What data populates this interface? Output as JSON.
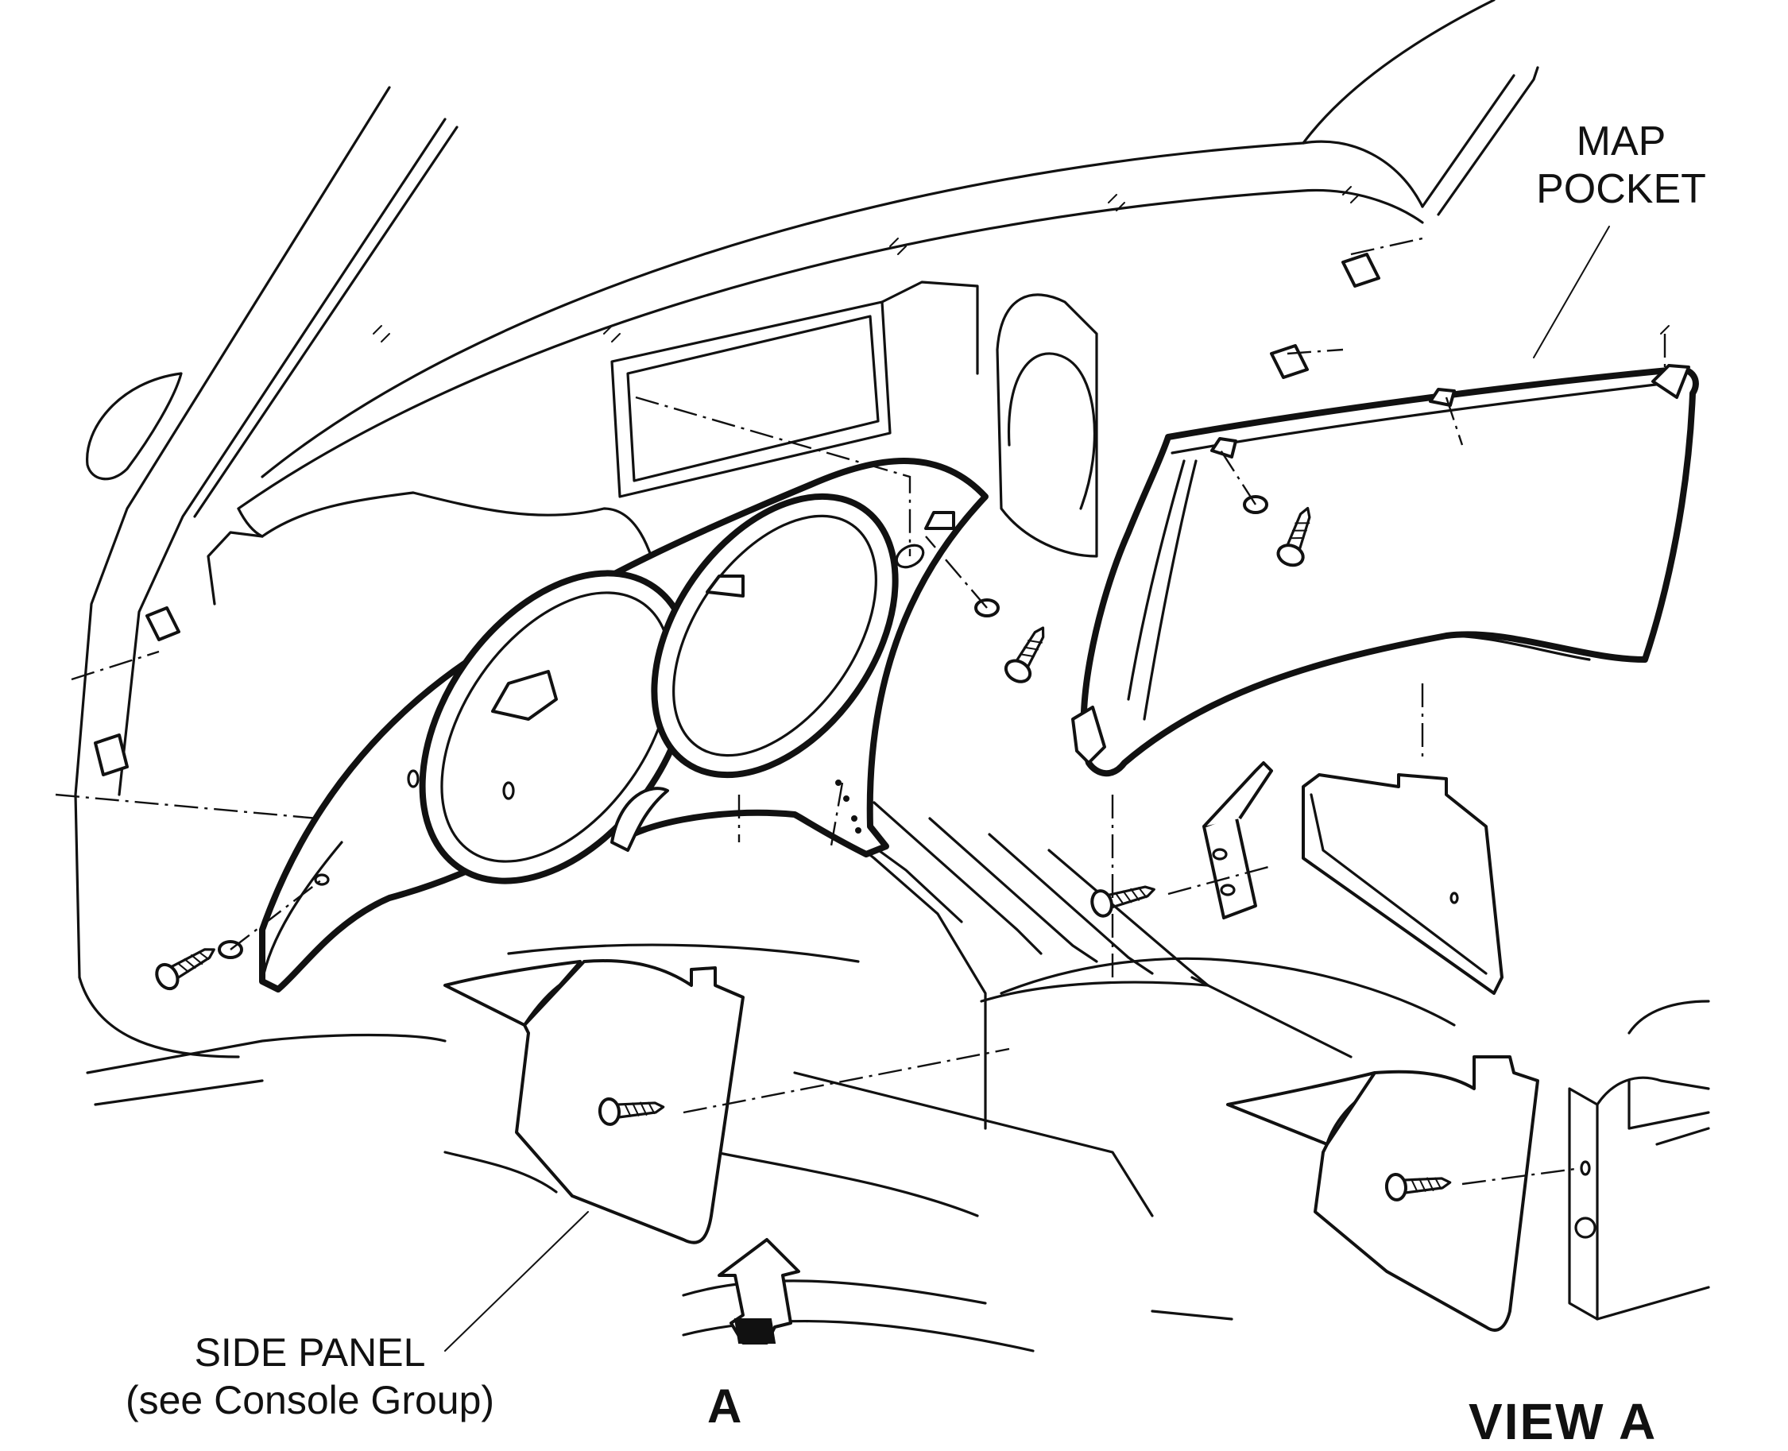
{
  "diagram": {
    "labels": {
      "map_pocket_line1": "MAP",
      "map_pocket_line2": "POCKET",
      "side_panel_line1": "SIDE PANEL",
      "side_panel_line2": "(see Console Group)",
      "view_arrow_letter": "A",
      "view_a": "VIEW A"
    },
    "colors": {
      "ink": "#111111",
      "background": "#ffffff"
    },
    "icons": [
      "view-direction-arrow-icon",
      "screw-icon",
      "washer-icon",
      "retaining-clip-icon"
    ]
  }
}
